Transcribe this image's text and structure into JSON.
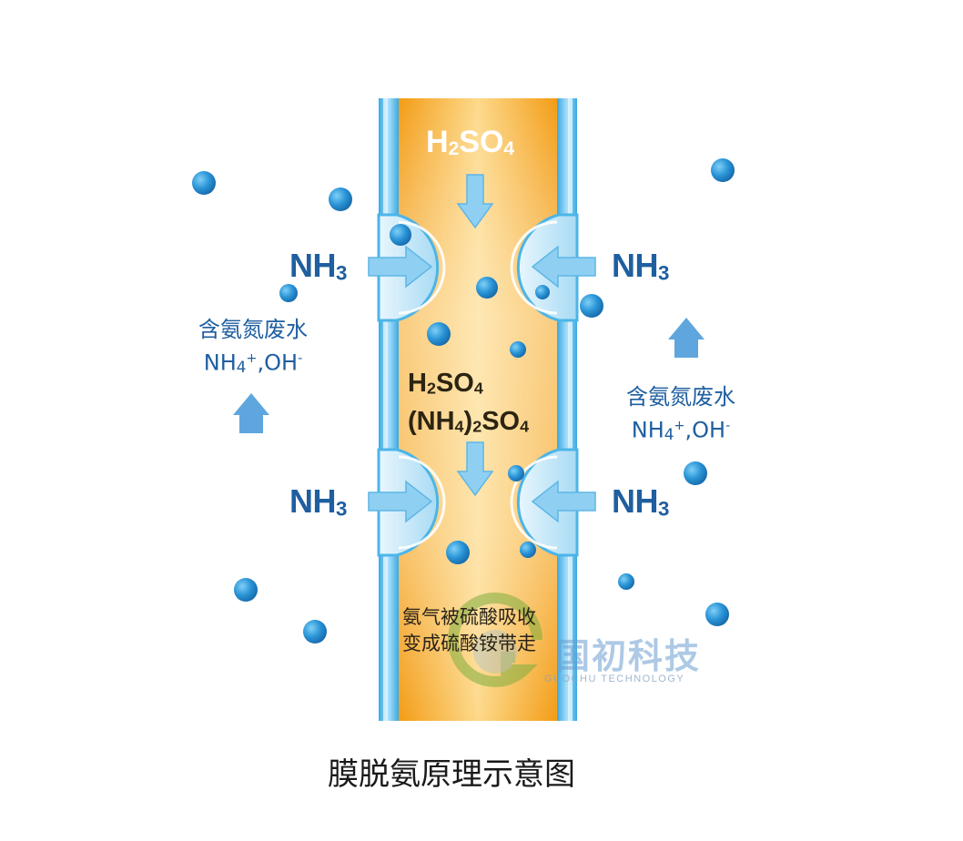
{
  "diagram": {
    "caption": "膜脱氨原理示意图",
    "channel": {
      "top_label": {
        "main": "H",
        "sub1": "2",
        "mid": "SO",
        "sub2": "4"
      },
      "middle_line1": {
        "main": "H",
        "sub1": "2",
        "mid": "SO",
        "sub2": "4"
      },
      "middle_line2": {
        "a": "(NH",
        "sub1": "4",
        "b": ")",
        "sub2": "2",
        "c": "SO",
        "sub3": "4"
      },
      "bottom_text_line1": "氨气被硫酸吸收",
      "bottom_text_line2": "变成硫酸铵带走"
    },
    "nh3_labels": [
      {
        "main": "NH",
        "sub": "3",
        "side": "left-top"
      },
      {
        "main": "NH",
        "sub": "3",
        "side": "right-top"
      },
      {
        "main": "NH",
        "sub": "3",
        "side": "left-bottom"
      },
      {
        "main": "NH",
        "sub": "3",
        "side": "right-bottom"
      }
    ],
    "wastewater_left": {
      "title": "含氨氮废水",
      "ion_a": "NH",
      "ion_a_sub": "4",
      "ion_a_sup": "+",
      "ion_b": ",OH",
      "ion_b_sup": "-"
    },
    "wastewater_right": {
      "title": "含氨氮废水",
      "ion_a": "NH",
      "ion_a_sub": "4",
      "ion_a_sup": "+",
      "ion_b": ",OH",
      "ion_b_sup": "-"
    },
    "watermark": {
      "name_cn": "国初科技",
      "name_en": "GUOCHU TECHNOLOGY"
    },
    "colors": {
      "channel_orange": "#f6a623",
      "channel_light": "#fde7b4",
      "membrane_blue": "#4cb5e8",
      "arrow_blue": "#8fd0f2",
      "text_blue": "#1f5fa0",
      "particle_blue": "#2a8fd0"
    }
  }
}
